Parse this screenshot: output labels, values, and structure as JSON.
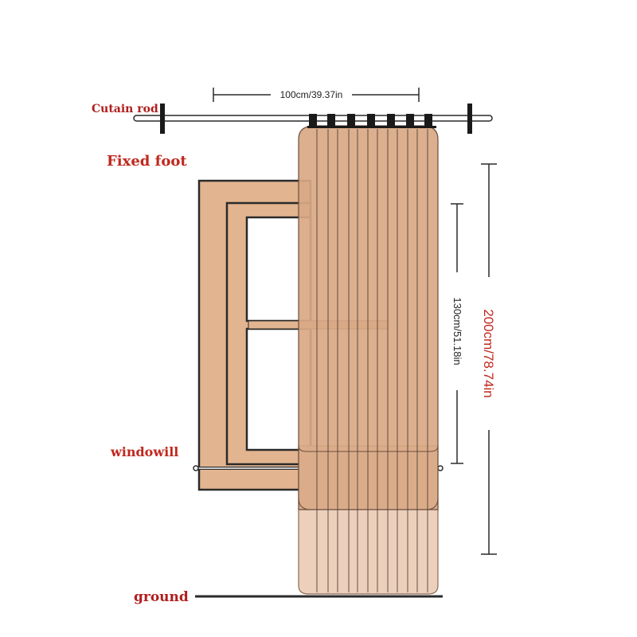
{
  "labels": {
    "curtain_rod": "Cutain rod",
    "fixed_foot": "Fixed foot",
    "windowsill": "windowill",
    "ground": "ground"
  },
  "dimensions": {
    "width": "100cm/39.37in",
    "window_height": "130cm/51.18in",
    "curtain_height": "200cm/78.74in"
  },
  "colors": {
    "frame": "#e2b48f",
    "curtain": "#d9a884",
    "curtain_lower": "#ecd0bb",
    "outline": "#2a2a2a",
    "label_red": "#c0281e"
  },
  "icons": {
    "rod": "curtain-rod-icon",
    "rings": "curtain-ring-icon"
  }
}
